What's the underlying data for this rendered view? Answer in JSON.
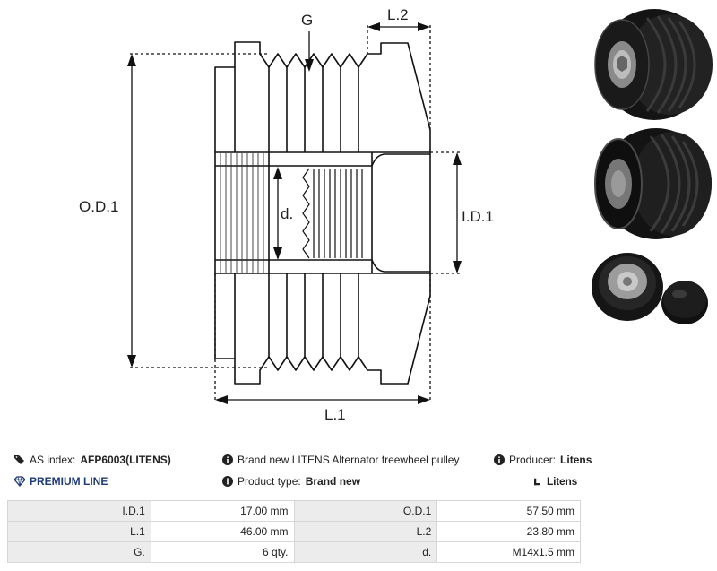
{
  "drawing": {
    "labels": {
      "g": "G",
      "l2": "L.2",
      "od1": "O.D.1",
      "id1": "I.D.1",
      "d": "d.",
      "l1": "L.1"
    }
  },
  "photos": {
    "icons": [
      "pulley-front-photo",
      "pulley-side-photo",
      "pulley-with-cap-photo"
    ]
  },
  "info": {
    "as_index_label": "AS index:",
    "as_index_value": "AFP6003(LITENS)",
    "description": "Brand new LITENS Alternator freewheel pulley",
    "producer_label": "Producer:",
    "producer_value": "Litens",
    "premium": "PREMIUM LINE",
    "product_type_label": "Product type:",
    "product_type_value": "Brand new",
    "logo": "Litens",
    "accent_color": "#1f3b7a"
  },
  "specs": {
    "rows": [
      [
        {
          "k": "I.D.1",
          "v": "17.00 mm"
        },
        {
          "k": "O.D.1",
          "v": "57.50 mm"
        }
      ],
      [
        {
          "k": "L.1",
          "v": "46.00 mm"
        },
        {
          "k": "L.2",
          "v": "23.80 mm"
        }
      ],
      [
        {
          "k": "G.",
          "v": "6 qty."
        },
        {
          "k": "d.",
          "v": "M14x1.5 mm"
        }
      ]
    ]
  }
}
